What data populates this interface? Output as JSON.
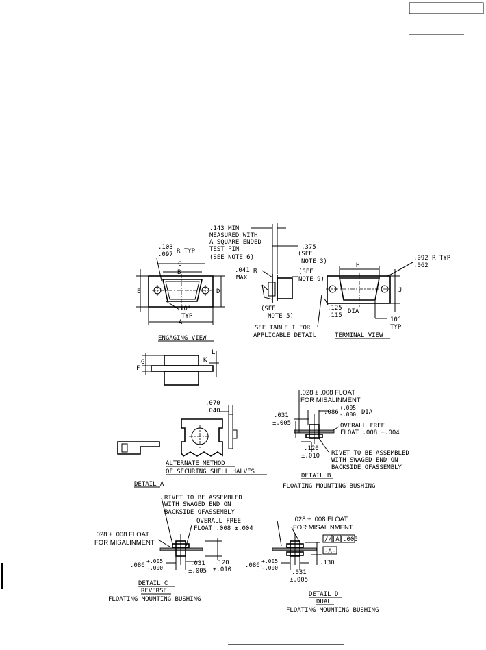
{
  "header": {
    "doc_number": "",
    "revision": ""
  },
  "top_views": {
    "dim_143": ".143 MIN",
    "dim_143_l2": "MEASURED WITH",
    "dim_143_l3": "A SQUARE ENDED",
    "dim_143_l4": "TEST PIN",
    "dim_143_l5": "(SEE NOTE 6)",
    "dim_375": ".375",
    "see_note3_a": "(SEE",
    "see_note3_b": "NOTE 3)",
    "see_note9_a": "(SEE",
    "see_note9_b": "NOTE 9)",
    "dim_041": ".041",
    "max": "MAX",
    "r": "R",
    "see_note5_a": "(SEE",
    "see_note5_b": "NOTE 5)",
    "see_table_a": "SEE TABLE I FOR",
    "see_table_b": "APPLICABLE DETAIL",
    "dim_103": ".103",
    "dim_097": ".097",
    "r_typ": "R TYP",
    "c": "C",
    "b": "B",
    "e": "E",
    "d": "D",
    "a": "A",
    "deg10": "10°",
    "typ": "TYP",
    "engaging_view": "ENGAGING VIEW",
    "h": "H",
    "j": "J",
    "dim_092": ".092 R TYP",
    "dim_062": ".062",
    "dim_125": ".125",
    "dim_115": ".115",
    "dia": "DIA",
    "deg10b": "10°",
    "typb": "TYP",
    "terminal_view": "TERMINAL VIEW",
    "g": "G",
    "f": "F",
    "k": "K",
    "l": "L"
  },
  "detail_a": {
    "dim_070": ".070",
    "dim_040": ".040",
    "alt_method_a": "ALTERNATE METHOD",
    "alt_method_b": "OF SECURING SHELL HALVES",
    "title": "DETAIL A"
  },
  "detail_b": {
    "float": ".028 ± .008 FLOAT",
    "misalign": "FOR MISALINMENT",
    "dim_031": ".031",
    "dim_005": "±.005",
    "dim_086": ".086",
    "tol_up": "+.005",
    "tol_dn": "-.000",
    "dia": "DIA",
    "overall_a": "OVERALL FREE",
    "overall_b": "FLOAT .008 ±.004",
    "dim_120": ".120",
    "dim_010": "±.010",
    "rivet_a": "RIVET TO BE ASSEMBLED",
    "rivet_b": "WITH SWAGED END ON",
    "rivet_c": "BACKSIDE OFASSEMBLY",
    "title": "DETAIL B",
    "subtitle": "FLOATING MOUNTING BUSHING"
  },
  "detail_c": {
    "rivet_a": "RIVET TO BE ASSEMBLED",
    "rivet_b": "WITH SWAGED END ON",
    "rivet_c": "BACKSIDE OFASSEMBLY",
    "overall_a": "OVERALL FREE",
    "overall_b": "FLOAT .008 ±.004",
    "float": ".028 ± .008 FLOAT",
    "misalign": "FOR MISALINMENT",
    "dim_086": ".086",
    "tol_up": "+.005",
    "tol_dn": "-.000",
    "dim_031": ".031",
    "dim_005": "±.005",
    "dim_120": ".120",
    "dim_010": "±.010",
    "title": "DETAIL C",
    "sub1": "REVERSE",
    "sub2": "FLOATING MOUNTING BUSHING"
  },
  "detail_d": {
    "float": ".028 ± .008 FLOAT",
    "misalign": "FOR MISALINMENT",
    "tol_frame": "//|A|.005",
    "datum": "-A-",
    "dim_130": ".130",
    "dim_086": ".086",
    "tol_up": "+.005",
    "tol_dn": "-.000",
    "dim_031": ".031",
    "dim_005": "±.005",
    "title": "DETAIL D",
    "sub1": "DUAL",
    "sub2": "FLOATING MOUNTING BUSHING"
  }
}
